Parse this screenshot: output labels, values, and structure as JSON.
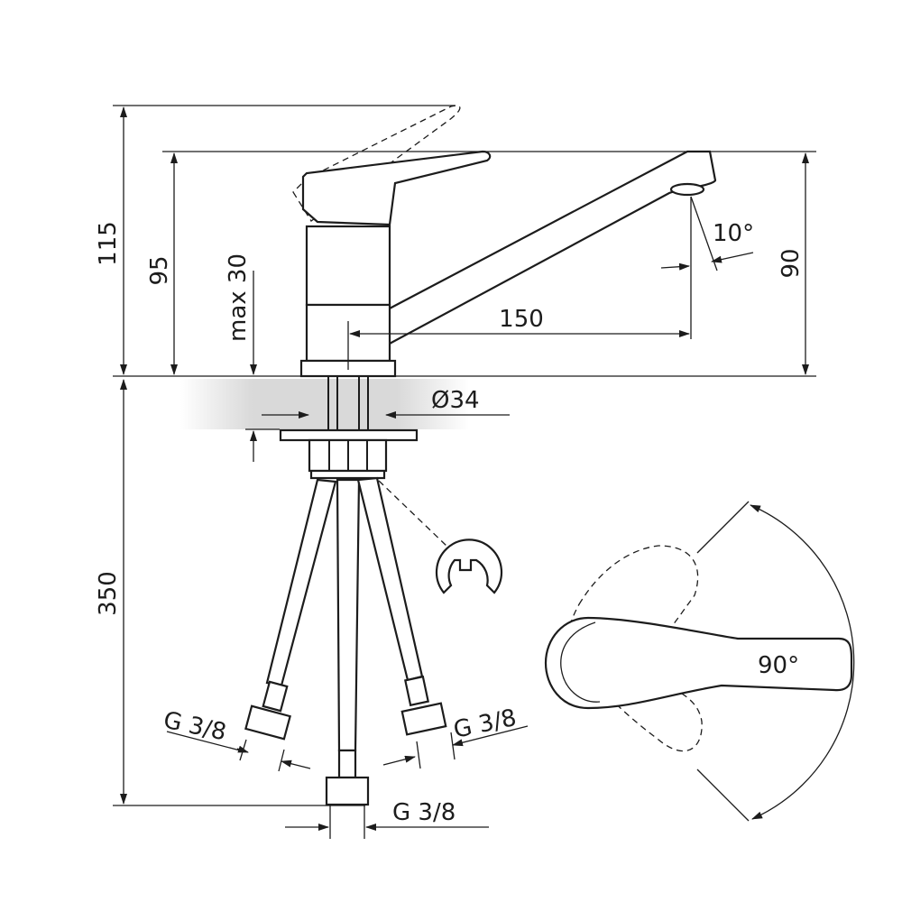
{
  "dimensions": {
    "height_total": "115",
    "height_lever": "95",
    "max_thickness": "max 30",
    "spout_height": "90",
    "spout_reach": "150",
    "spout_angle": "10°",
    "base_diameter": "Ø34",
    "hose_length": "350",
    "thread_left": "G 3/8",
    "thread_right": "G 3/8",
    "thread_center": "G 3/8",
    "lever_rotation": "90°"
  }
}
